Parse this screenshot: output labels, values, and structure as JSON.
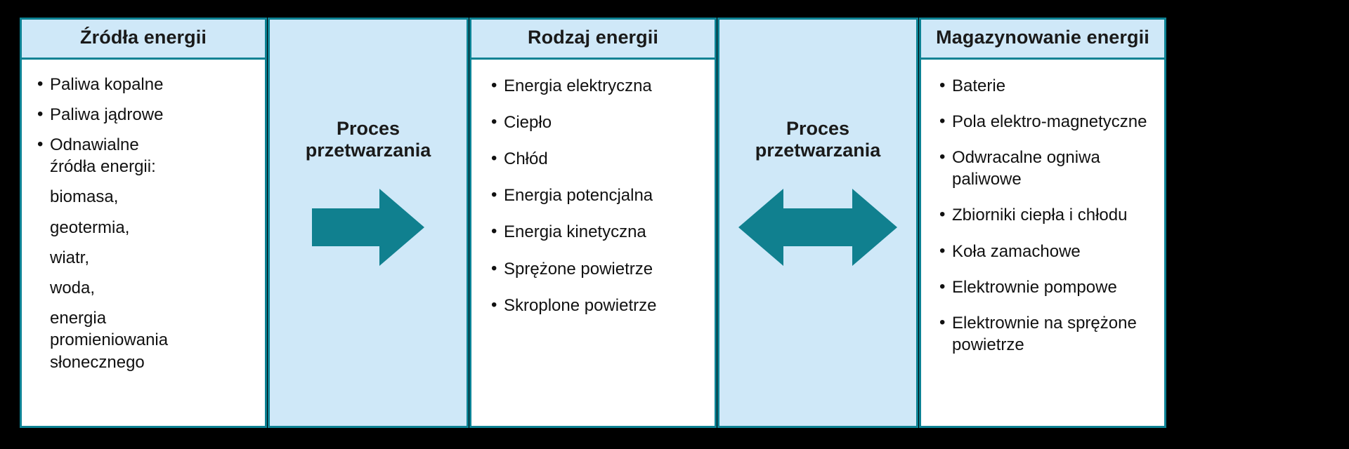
{
  "diagram": {
    "title_visible": false,
    "colors": {
      "background": "#000000",
      "border_teal": "#0d8294",
      "panel_light_blue": "#cfe8f8",
      "arrow_teal": "#10808f",
      "body_white": "#ffffff",
      "text": "#111111"
    }
  },
  "columns": [
    {
      "id": "sources",
      "header": "Źródła energii",
      "items": [
        {
          "text": "Paliwa kopalne",
          "bullet": true
        },
        {
          "text": "Paliwa jądrowe",
          "bullet": true
        },
        {
          "text": "Odnawialne\nźródła energii:",
          "bullet": true
        },
        {
          "text": "biomasa,",
          "bullet": false
        },
        {
          "text": "geotermia,",
          "bullet": false
        },
        {
          "text": "wiatr,",
          "bullet": false
        },
        {
          "text": "woda,",
          "bullet": false
        },
        {
          "text": "energia\npromieniowania\nsłonecznego",
          "bullet": false
        }
      ]
    },
    {
      "id": "types",
      "header": "Rodzaj energii",
      "items": [
        {
          "text": "Energia elektryczna",
          "bullet": true
        },
        {
          "text": "Ciepło",
          "bullet": true
        },
        {
          "text": "Chłód",
          "bullet": true
        },
        {
          "text": "Energia potencjalna",
          "bullet": true
        },
        {
          "text": "Energia kinetyczna",
          "bullet": true
        },
        {
          "text": "Sprężone powietrze",
          "bullet": true
        },
        {
          "text": "Skroplone powietrze",
          "bullet": true
        }
      ]
    },
    {
      "id": "storage",
      "header": "Magazynowanie energii",
      "items": [
        {
          "text": "Baterie",
          "bullet": true
        },
        {
          "text": "Pola elektro-magnetyczne",
          "bullet": true
        },
        {
          "text": "Odwracalne ogniwa\n  paliwowe",
          "bullet": true
        },
        {
          "text": "Zbiorniki ciepła i chłodu",
          "bullet": true
        },
        {
          "text": "Koła zamachowe",
          "bullet": true
        },
        {
          "text": "Elektrownie pompowe",
          "bullet": true
        },
        {
          "text": "Elektrownie na sprężone\n  powietrze",
          "bullet": true
        }
      ]
    }
  ],
  "processes": [
    {
      "id": "process-1",
      "label": "Proces\nprzetwarzania",
      "arrow": "arrow-right-icon",
      "direction": "right"
    },
    {
      "id": "process-2",
      "label": "Proces\nprzetwarzania",
      "arrow": "arrow-left-right-icon",
      "direction": "both"
    }
  ]
}
